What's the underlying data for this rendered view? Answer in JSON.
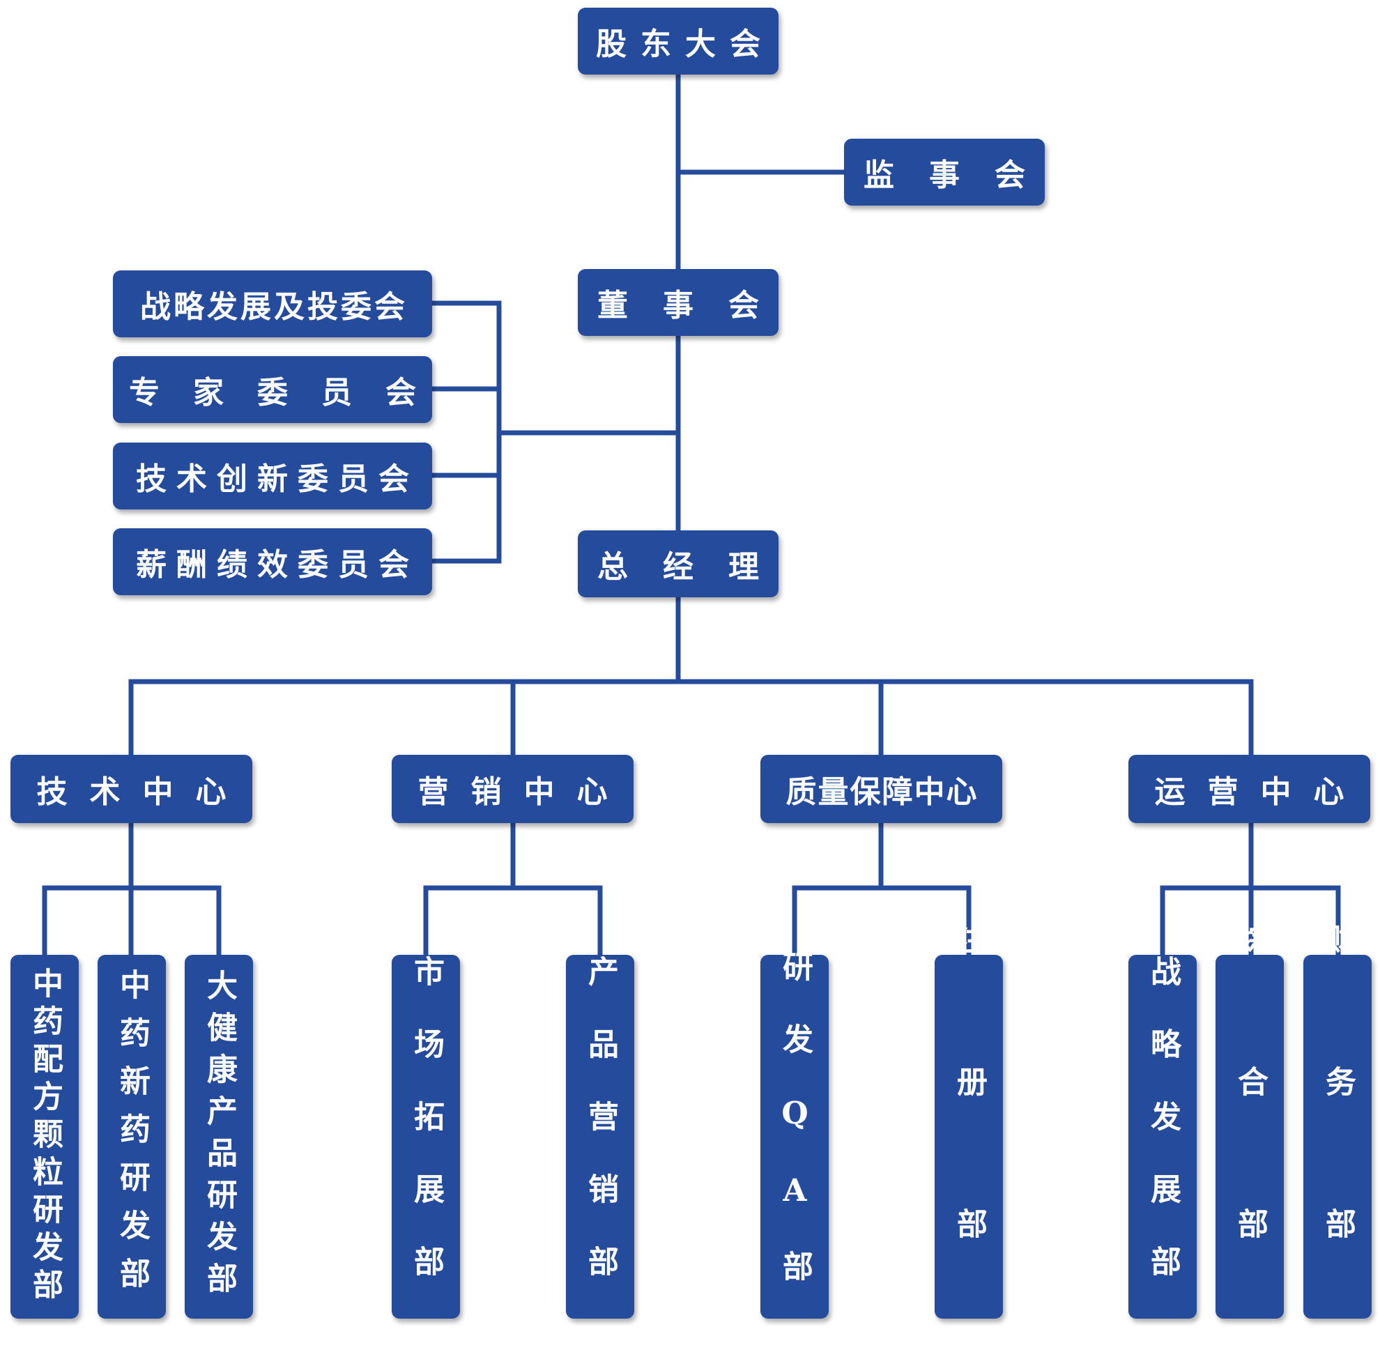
{
  "colors": {
    "box": "#254c9c",
    "line": "#254c9c",
    "text": "#ffffff"
  },
  "nodes": {
    "shareholders": "股东大会",
    "supervisory": "监事会",
    "board": "董事会",
    "general_manager": "总经理",
    "committees": [
      "战略发展及投委会",
      "专家委员会",
      "技术创新委员会",
      "薪酬绩效委员会"
    ],
    "centers": [
      "技术中心",
      "营销中心",
      "质量保障中心",
      "运营中心"
    ],
    "tech_departments": [
      "中药配方颗粒研发部",
      "中药新药研发部",
      "大健康产品研发部"
    ],
    "marketing_departments": [
      "市场拓展部",
      "产品营销部"
    ],
    "quality_departments": [
      "研发QA部",
      "注册部"
    ],
    "operations_departments": [
      "战略发展部",
      "综合部",
      "财务部"
    ]
  }
}
